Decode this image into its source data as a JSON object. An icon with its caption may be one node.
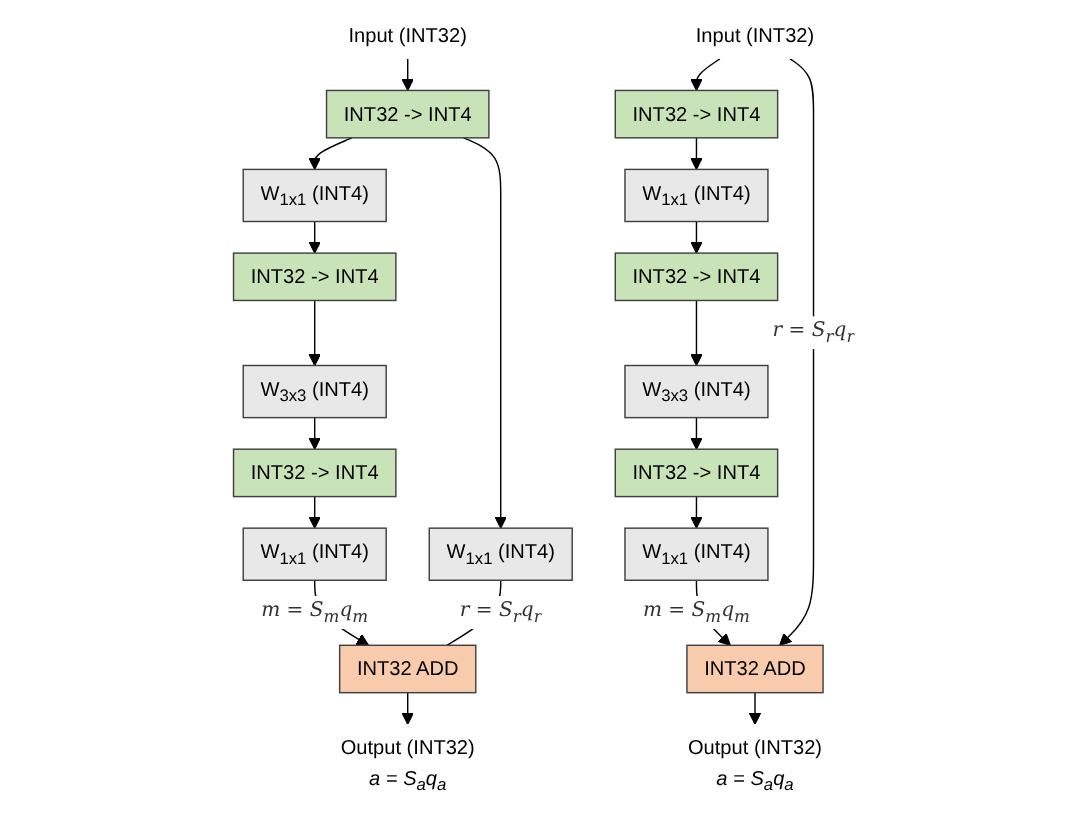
{
  "diagram": {
    "nodes": [
      {
        "text": [
          "Input (INT32)"
        ]
      },
      {
        "text": [
          "INT32 -> INT4"
        ]
      },
      {
        "text": [
          "W$_{1x1}$ (INT4)"
        ]
      },
      {
        "text": [
          "INT32 -> INT4"
        ]
      },
      {
        "text": [
          "W$_{3x3}$ (INT4)"
        ]
      },
      {
        "text": [
          "W$_{1x1}$ (INT4)"
        ]
      },
      {
        "text": [
          "INT32 -> INT4"
        ]
      },
      {
        "text": [
          "W$_{1x1}$ (INT4)"
        ]
      },
      {
        "text": [
          "INT32 ADD"
        ]
      },
      {
        "text": [
          "Output (INT32)"
        ],
        "beside": [
          "a = S$_{a}$q$_{a}$"
        ]
      },
      {
        "text": [
          "Input (INT32)"
        ]
      },
      {
        "text": [
          "INT32 -> INT4"
        ]
      },
      {
        "text": [
          "W$_{1x1}$ (INT4)"
        ]
      },
      {
        "text": [
          "INT32 -> INT4"
        ]
      },
      {
        "text": [
          "W$_{3x3}$ (INT4)"
        ]
      },
      {
        "text": [
          "INT32 -> INT4"
        ]
      },
      {
        "text": [
          "W$_{1x1}$ (INT4)"
        ]
      },
      {
        "text": [
          "INT32 ADD"
        ]
      },
      {
        "text": [
          "Output (INT32)"
        ],
        "beside": [
          "a = S$_{a}$q$_{a}$"
        ]
      }
    ],
    "edges": [
      {
        "from": 0,
        "to": 1,
        "arrow": "to"
      },
      {
        "from": 1,
        "to": 2,
        "arrow": "to"
      },
      {
        "from": 2,
        "to": 3,
        "arrow": "to"
      },
      {
        "from": 3,
        "to": 4,
        "arrow": "to"
      },
      {
        "from": 4,
        "to": 6,
        "arrow": "to"
      },
      {
        "from": 6,
        "to": 7,
        "arrow": "to"
      },
      {
        "from": 7,
        "to": 8,
        "arrow": "to",
        "label": "m = S$_{m}$q$_{m}$"
      },
      {
        "from": 8,
        "to": 9,
        "arrow": "to"
      },
      {
        "from": 1,
        "to": 5,
        "arrow": "to"
      },
      {
        "from": 5,
        "to": 8,
        "arrow": "none",
        "label": "r = S$_{r}$q$_{r}$"
      },
      {
        "from": 10,
        "to": 11,
        "arrow": "to"
      },
      {
        "from": 11,
        "to": 12,
        "arrow": "to"
      },
      {
        "from": 12,
        "to": 13,
        "arrow": "to"
      },
      {
        "from": 13,
        "to": 14,
        "arrow": "to"
      },
      {
        "from": 14,
        "to": 15,
        "arrow": "to"
      },
      {
        "from": 15,
        "to": 16,
        "arrow": "to"
      },
      {
        "from": 16,
        "to": 17,
        "arrow": "to",
        "label": "m = S$_{m}$q$_{m}$"
      },
      {
        "from": 17,
        "to": 18,
        "arrow": "to"
      },
      {
        "from": 10,
        "to": 17,
        "arrow": "to",
        "label": "r = S$_{r}$q$_{r}$"
      }
    ]
  }
}
